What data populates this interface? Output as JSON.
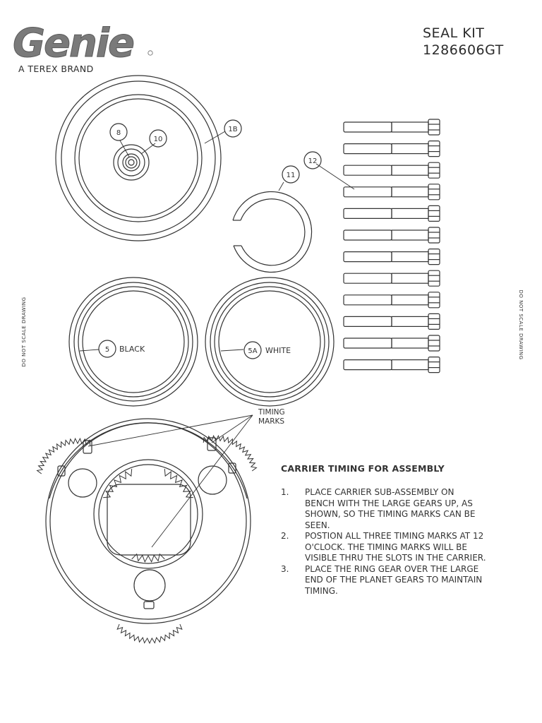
{
  "header": {
    "logo_text": "Genie",
    "brand_line": "A TEREX BRAND",
    "kit_title": "SEAL KIT",
    "kit_number": "1286606GT"
  },
  "side_notes": {
    "left": "DO NOT SCALE DRAWING",
    "right": "DO NOT SCALE DRAWING"
  },
  "callouts": [
    {
      "id": "8"
    },
    {
      "id": "10"
    },
    {
      "id": "1B"
    },
    {
      "id": "11"
    },
    {
      "id": "12"
    },
    {
      "id": "5",
      "label": "BLACK"
    },
    {
      "id": "5A",
      "label": "WHITE"
    }
  ],
  "timing_marks_label": [
    "TIMING",
    "MARKS"
  ],
  "instructions": {
    "heading": "CARRIER TIMING FOR ASSEMBLY",
    "steps": [
      {
        "num": "1.",
        "lines": [
          "PLACE CARRIER SUB-ASSEMBLY ON",
          "BENCH WITH THE LARGE GEARS UP, AS",
          "SHOWN, SO THE TIMING MARKS CAN BE",
          "SEEN."
        ]
      },
      {
        "num": "2.",
        "lines": [
          "POSTION ALL THREE TIMING MARKS AT 12",
          "O'CLOCK. THE TIMING MARKS WILL BE",
          "VISIBLE THRU THE SLOTS IN THE CARRIER."
        ]
      },
      {
        "num": "3.",
        "lines": [
          "PLACE THE RING GEAR OVER THE LARGE",
          "END OF THE PLANET GEARS TO MAINTAIN",
          "TIMING."
        ]
      }
    ]
  },
  "colors": {
    "ink": "#2b2b2b",
    "logo_gray": "#7a7a7a"
  }
}
